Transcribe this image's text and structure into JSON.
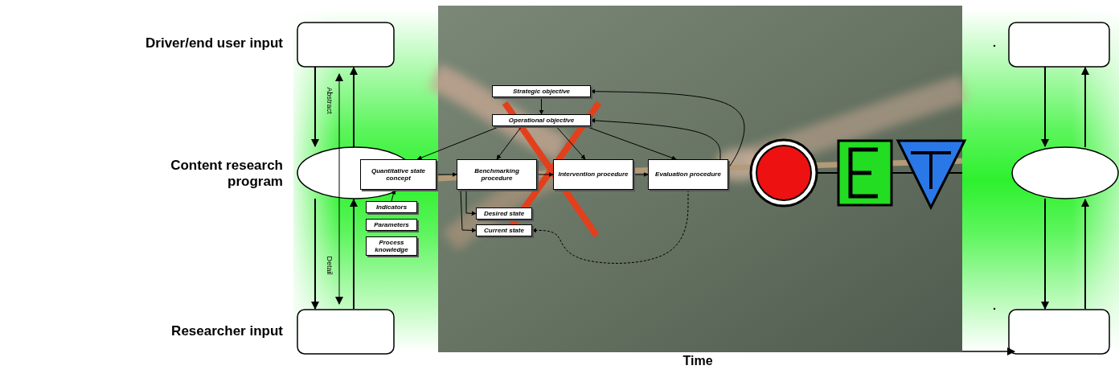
{
  "diagram": {
    "nodes": [
      {
        "text": [
          "Strategic objective"
        ]
      },
      {
        "text": [
          "Operational objective"
        ]
      },
      {
        "text": [
          "Quantitative state concept"
        ]
      },
      {
        "text": [
          "Benchmarking procedure"
        ]
      },
      {
        "text": [
          "Intervention procedure"
        ]
      },
      {
        "text": [
          "Evaluation procedure"
        ]
      },
      {
        "text": [
          "Indicators"
        ]
      },
      {
        "text": [
          "Parameters"
        ]
      },
      {
        "text": [
          "Process knowledge"
        ]
      },
      {
        "text": [
          "Desired state"
        ]
      },
      {
        "text": [
          "Current state"
        ]
      }
    ],
    "edges": [
      {
        "from": 0,
        "to": 1,
        "arrow": "to"
      },
      {
        "from": 1,
        "to": 2,
        "arrow": "to"
      },
      {
        "from": 1,
        "to": 3,
        "arrow": "to"
      },
      {
        "from": 1,
        "to": 4,
        "arrow": "to"
      },
      {
        "from": 1,
        "to": 5,
        "arrow": "to"
      },
      {
        "from": 2,
        "to": 3,
        "arrow": "to"
      },
      {
        "from": 3,
        "to": 4,
        "arrow": "to"
      },
      {
        "from": 4,
        "to": 5,
        "arrow": "to"
      },
      {
        "from": 5,
        "to": 0,
        "arrow": "to"
      },
      {
        "from": 5,
        "to": 1,
        "arrow": "to"
      },
      {
        "from": 6,
        "to": 2,
        "arrow": "to"
      },
      {
        "from": 3,
        "to": 9,
        "arrow": "to"
      },
      {
        "from": 3,
        "to": 10,
        "arrow": "to"
      },
      {
        "from": 5,
        "to": 10,
        "arrow": "to"
      }
    ],
    "labels": [
      "Driver/end user input",
      "Content research program",
      "Researcher input",
      "Abstract",
      "Detail",
      "Time"
    ]
  }
}
